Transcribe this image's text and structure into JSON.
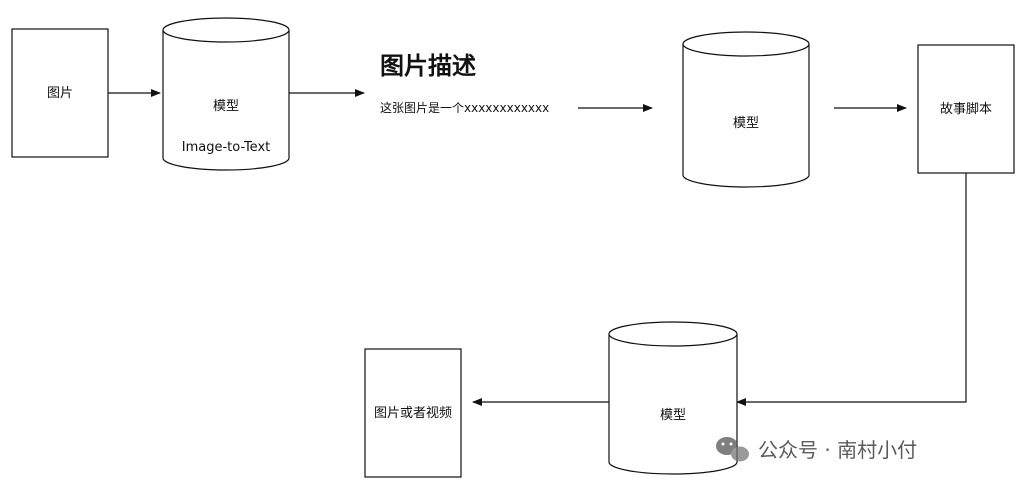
{
  "nodes": {
    "input_image": "图片",
    "model1": "模型",
    "model1_sub": "Image-to-Text",
    "desc_title": "图片描述",
    "desc_text": "这张图片是一个xxxxxxxxxxxx",
    "model2": "模型",
    "story_script": "故事脚本",
    "model3": "模型",
    "output": "图片或者视频"
  },
  "watermark": {
    "text": "公众号 · 南村小付"
  },
  "colors": {
    "stroke": "#111111",
    "background": "#ffffff"
  }
}
